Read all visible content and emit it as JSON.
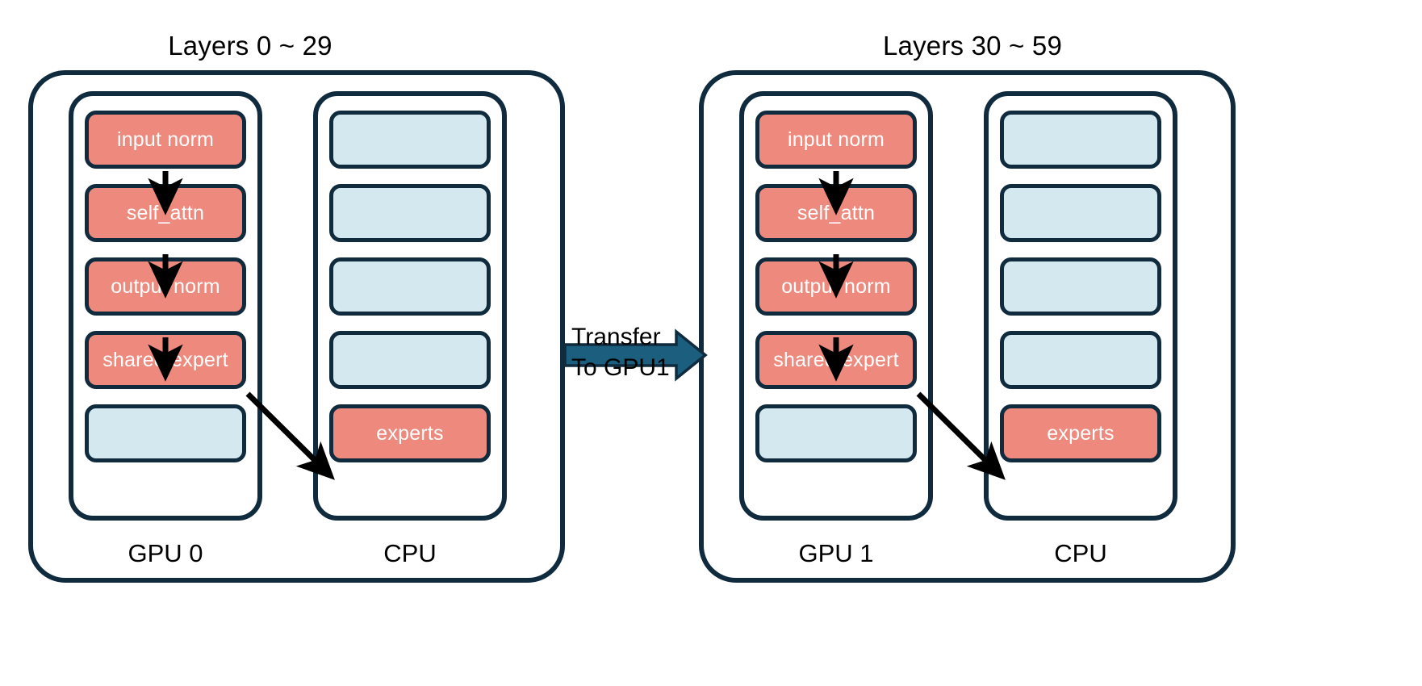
{
  "colors": {
    "salmon": "#ED8A7D",
    "light_blue": "#D3E9EF",
    "border_navy": "#0F2B3D",
    "transfer_arrow": "#1B5E7E",
    "flow_arrow": "#000000",
    "background": "#FFFFFF",
    "box_text": "#FFFFFF",
    "label_text": "#000000"
  },
  "groups": [
    {
      "title": "Layers 0 ~ 29",
      "devices": [
        {
          "caption": "GPU 0",
          "slots": [
            {
              "label": "input norm",
              "style": "salmon"
            },
            {
              "label": "self_attn",
              "style": "salmon"
            },
            {
              "label": "output norm",
              "style": "salmon"
            },
            {
              "label": "shared expert",
              "style": "salmon"
            },
            {
              "label": "",
              "style": "blue"
            }
          ]
        },
        {
          "caption": "CPU",
          "slots": [
            {
              "label": "",
              "style": "blue"
            },
            {
              "label": "",
              "style": "blue"
            },
            {
              "label": "",
              "style": "blue"
            },
            {
              "label": "",
              "style": "blue"
            },
            {
              "label": "experts",
              "style": "salmon"
            }
          ]
        }
      ]
    },
    {
      "title": "Layers 30 ~ 59",
      "devices": [
        {
          "caption": "GPU 1",
          "slots": [
            {
              "label": "input norm",
              "style": "salmon"
            },
            {
              "label": "self_attn",
              "style": "salmon"
            },
            {
              "label": "output norm",
              "style": "salmon"
            },
            {
              "label": "shared expert",
              "style": "salmon"
            },
            {
              "label": "",
              "style": "blue"
            }
          ]
        },
        {
          "caption": "CPU",
          "slots": [
            {
              "label": "",
              "style": "blue"
            },
            {
              "label": "",
              "style": "blue"
            },
            {
              "label": "",
              "style": "blue"
            },
            {
              "label": "",
              "style": "blue"
            },
            {
              "label": "experts",
              "style": "salmon"
            }
          ]
        }
      ]
    }
  ],
  "transfer": {
    "label": "Transfer\nTo GPU1",
    "icon": "right-block-arrow-icon"
  }
}
